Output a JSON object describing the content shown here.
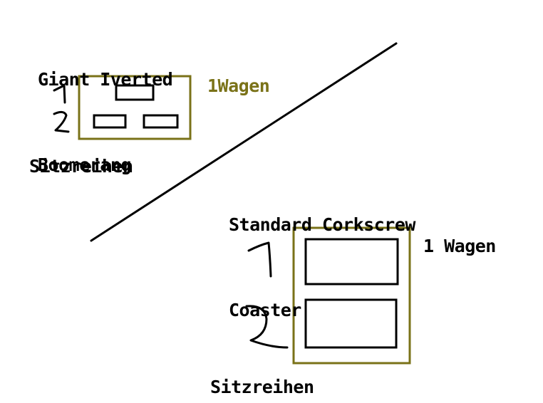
{
  "colors": {
    "background": "#ffffff",
    "ink": "#000000",
    "olive": "#7a7218"
  },
  "left_coaster": {
    "title_line1": "Giant Iverted",
    "title_line2": "Boomerang",
    "wagon_label": "1Wagen",
    "rows_label": "Sitzreihen",
    "row_numbers": [
      "1",
      "2"
    ]
  },
  "right_coaster": {
    "title_line1": "Standard Corkscrew",
    "title_line2": "Coaster",
    "wagon_label": "1 Wagen",
    "rows_label": "Sitzreihen",
    "row_numbers": [
      "1",
      "2"
    ]
  }
}
